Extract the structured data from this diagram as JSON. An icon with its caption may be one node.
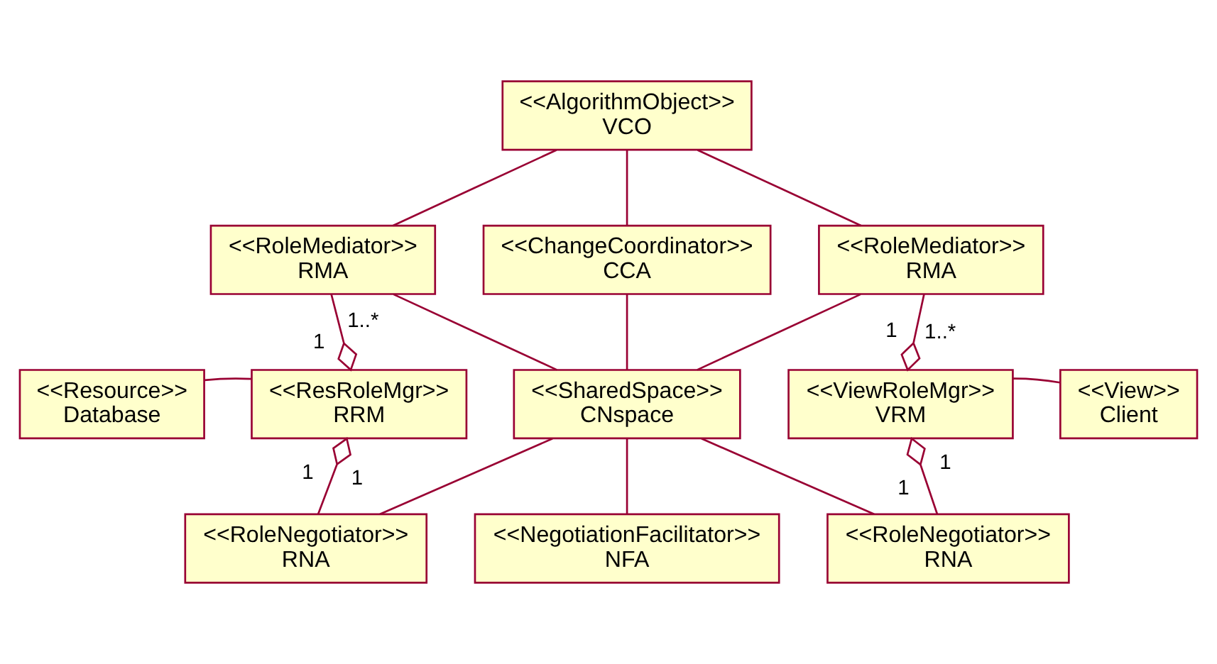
{
  "diagram": {
    "nodes": [
      {
        "text": [
          "<<AlgorithmObject>>",
          "VCO"
        ]
      },
      {
        "text": [
          "<<RoleMediator>>",
          "RMA"
        ]
      },
      {
        "text": [
          "<<ChangeCoordinator>>",
          "CCA"
        ]
      },
      {
        "text": [
          "<<RoleMediator>>",
          "RMA"
        ]
      },
      {
        "text": [
          "<<Resource>>",
          "Database"
        ]
      },
      {
        "text": [
          "<<ResRoleMgr>>",
          "RRM"
        ]
      },
      {
        "text": [
          "<<SharedSpace>>",
          "CNspace"
        ]
      },
      {
        "text": [
          "<<ViewRoleMgr>>",
          "VRM"
        ]
      },
      {
        "text": [
          "<<View>>",
          "Client"
        ]
      },
      {
        "text": [
          "<<RoleNegotiator>>",
          "RNA"
        ]
      },
      {
        "text": [
          "<<NegotiationFacilitator>>",
          "NFA"
        ]
      },
      {
        "text": [
          "<<RoleNegotiator>>",
          "RNA"
        ]
      }
    ],
    "edges": [
      {
        "from": 0,
        "to": 1,
        "arrow": "none"
      },
      {
        "from": 0,
        "to": 2,
        "arrow": "none"
      },
      {
        "from": 0,
        "to": 3,
        "arrow": "none"
      },
      {
        "from": 5,
        "to": 1,
        "arrow": "other"
      },
      {
        "from": 1,
        "to": 6,
        "arrow": "none"
      },
      {
        "from": 2,
        "to": 6,
        "arrow": "none"
      },
      {
        "from": 3,
        "to": 6,
        "arrow": "none"
      },
      {
        "from": 7,
        "to": 3,
        "arrow": "other"
      },
      {
        "from": 4,
        "to": 5,
        "arrow": "none"
      },
      {
        "from": 7,
        "to": 8,
        "arrow": "none"
      },
      {
        "from": 5,
        "to": 9,
        "arrow": "other"
      },
      {
        "from": 6,
        "to": 9,
        "arrow": "none"
      },
      {
        "from": 6,
        "to": 10,
        "arrow": "none"
      },
      {
        "from": 6,
        "to": 11,
        "arrow": "none"
      },
      {
        "from": 7,
        "to": 11,
        "arrow": "other"
      }
    ],
    "labels": [
      "1..*",
      "1..*",
      "1",
      "1",
      "1",
      "1",
      "1",
      "1"
    ]
  }
}
